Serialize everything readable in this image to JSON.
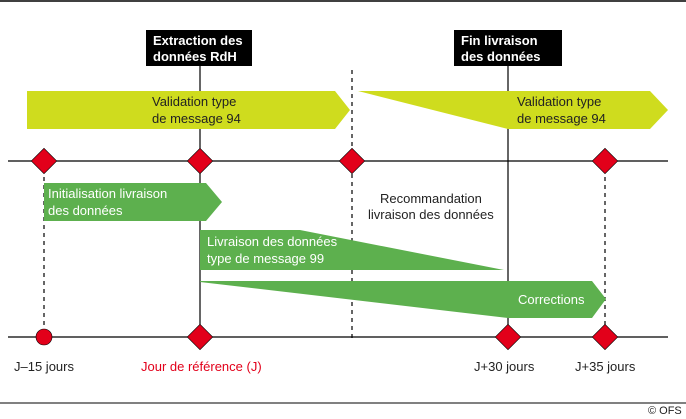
{
  "header_boxes": {
    "extraction": [
      "Extraction des",
      "données RdH"
    ],
    "fin_livraison": [
      "Fin livraison",
      "des données"
    ]
  },
  "bars": {
    "validation_left": [
      "Validation type",
      "de message 94"
    ],
    "validation_right": [
      "Validation type",
      "de message 94"
    ],
    "initialisation": [
      "Initialisation livraison",
      "des données"
    ],
    "livraison_99": [
      "Livraison des données",
      "type de message 99"
    ],
    "corrections": "Corrections"
  },
  "recommandation": [
    "Recommandation",
    "livraison des données"
  ],
  "timeline_labels": {
    "j_minus_15": "J–15 jours",
    "jour_reference": "Jour de référence (J)",
    "j_plus_30": "J+30 jours",
    "j_plus_35": "J+35 jours"
  },
  "copyright": "© OFS",
  "colors": {
    "yellow_green": "#cfdc1e",
    "green": "#5db04e",
    "red": "#e2001a",
    "black": "#000000"
  }
}
